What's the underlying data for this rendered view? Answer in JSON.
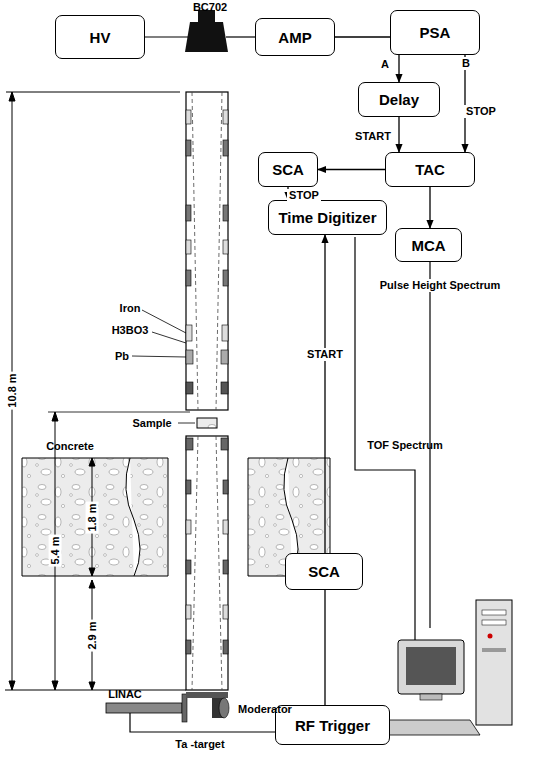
{
  "diagram": {
    "nodes": [
      {
        "text": [
          "HV"
        ]
      },
      {
        "text": [
          "AMP"
        ]
      },
      {
        "text": [
          "PSA"
        ]
      },
      {
        "text": [
          "Delay"
        ]
      },
      {
        "text": [
          "SCA"
        ]
      },
      {
        "text": [
          "TAC"
        ]
      },
      {
        "text": [
          "Time Digitizer"
        ]
      },
      {
        "text": [
          "MCA"
        ]
      },
      {
        "text": [
          "SCA"
        ]
      },
      {
        "text": [
          "RF Trigger"
        ]
      }
    ],
    "edges": [
      {
        "from": 1,
        "to": 2,
        "arrow": "none"
      },
      {
        "from": 2,
        "to": 3,
        "arrow": "to",
        "label": "A"
      },
      {
        "from": 2,
        "to": 5,
        "arrow": "to",
        "label": "STOP"
      },
      {
        "from": 3,
        "to": 5,
        "arrow": "to",
        "label": "START"
      },
      {
        "from": 5,
        "to": 4,
        "arrow": "to"
      },
      {
        "from": 4,
        "to": 6,
        "arrow": "to",
        "label": "STOP"
      },
      {
        "from": 5,
        "to": 7,
        "arrow": "to"
      },
      {
        "from": 8,
        "to": 6,
        "arrow": "to",
        "label": "START"
      },
      {
        "from": 9,
        "to": 8,
        "arrow": "none"
      }
    ],
    "labels": [
      "BC702",
      "B",
      "Iron",
      "H3BO3",
      "Pb",
      "Sample",
      "Concrete",
      "10.8 m",
      "5.4 m",
      "1.8 m",
      "2.9 m",
      "LINAC",
      "Moderator",
      "Ta -target",
      "Pulse Height Spectrum",
      "TOF Spectrum"
    ]
  }
}
